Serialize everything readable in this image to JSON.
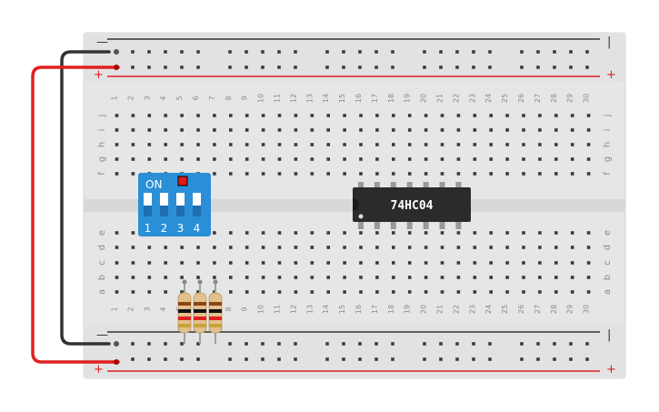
{
  "breadboard": {
    "columns": 30,
    "rows_top": [
      "j",
      "i",
      "h",
      "g",
      "f"
    ],
    "rows_bottom": [
      "e",
      "d",
      "c",
      "b",
      "a"
    ],
    "rail_minus": "—",
    "rail_plus": "+",
    "column_numbers": [
      "1",
      "2",
      "3",
      "4",
      "5",
      "6",
      "7",
      "8",
      "9",
      "10",
      "11",
      "12",
      "13",
      "14",
      "15",
      "16",
      "17",
      "18",
      "19",
      "20",
      "21",
      "22",
      "23",
      "24",
      "25",
      "26",
      "27",
      "28",
      "29",
      "30"
    ]
  },
  "dip_switch": {
    "on_label": "ON",
    "switch_numbers": [
      "1",
      "2",
      "3",
      "4"
    ],
    "color": "#2a8fd6"
  },
  "chip": {
    "label": "74HC04",
    "color": "#2b2b2b"
  },
  "wires": {
    "ground_color": "#333333",
    "power_color": "#e02020"
  },
  "resistors": {
    "count": 3
  }
}
